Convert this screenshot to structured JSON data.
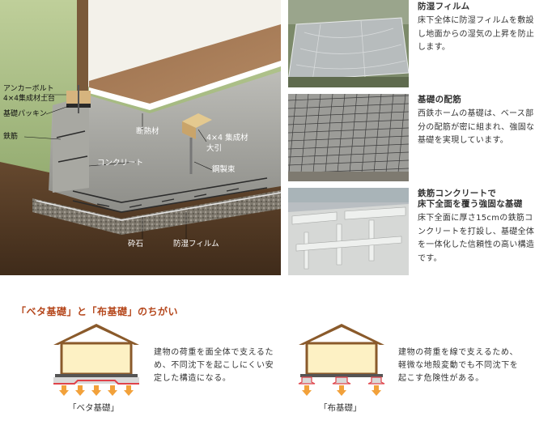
{
  "cross_section": {
    "labels": {
      "anchor_bolt": "アンカーボルト",
      "lumber_sill": "4×4集成材土台",
      "packing": "基礎パッキン",
      "rebar": "鉄筋",
      "concrete": "コンクリート",
      "insulation": "断熱材",
      "beam_line1": "4×4 集成材",
      "beam_line2": "大引",
      "steel_post": "鋼製束",
      "gravel": "砕石",
      "moisture_film": "防湿フィルム"
    }
  },
  "panels": [
    {
      "title": "防湿フィルム",
      "title_sub": "",
      "text": "床下全体に防湿フィルムを敷設し地面からの湿気の上昇を防止します。"
    },
    {
      "title": "基礎の配筋",
      "title_sub": "",
      "text": "西鉄ホームの基礎は、ベース部分の配筋が密に組まれ、強固な基礎を実現しています。"
    },
    {
      "title": "鉄筋コンクリートで",
      "title_sub": "床下全面を覆う強固な基礎",
      "text": "床下全面に厚さ15cmの鉄筋コンクリートを打設し、基礎全体を一体化した信頼性の高い構造です。"
    }
  ],
  "comparison": {
    "heading": "「ベタ基礎」と「布基礎」のちがい",
    "beta": {
      "caption": "「ベタ基礎」",
      "desc": "建物の荷重を面全体で支えるため、不同沈下を起こしにくい安定した構造になる。"
    },
    "nuno": {
      "caption": "「布基礎」",
      "desc": "建物の荷重を線で支えるため、軽微な地殻変動でも不同沈下を起こす危険性がある。"
    }
  },
  "colors": {
    "accent": "#b5471c",
    "house_fill": "#fdf1c4",
    "house_roof": "#8a5a2b",
    "load_arrow": "#f2a13a",
    "footing_red": "#e0434a"
  }
}
